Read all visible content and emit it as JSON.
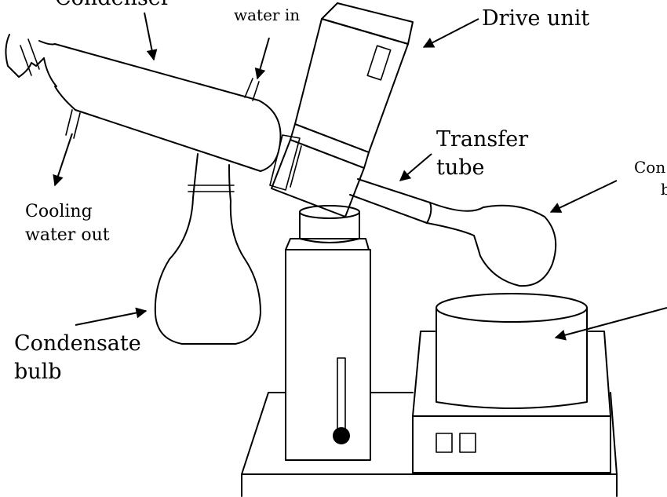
{
  "labels": {
    "condenser": "Condenser",
    "water_in": "water in",
    "drive_unit": "Drive unit",
    "transfer_tube_line1": "Transfer",
    "transfer_tube_line2": "tube",
    "cooling_water_out_line1": "Cooling",
    "cooling_water_out_line2": "water out",
    "condensate_bulb_line1": "Condensate",
    "condensate_bulb_line2": "bulb",
    "con_partial_line1": "Con",
    "con_partial_line2": "b"
  }
}
